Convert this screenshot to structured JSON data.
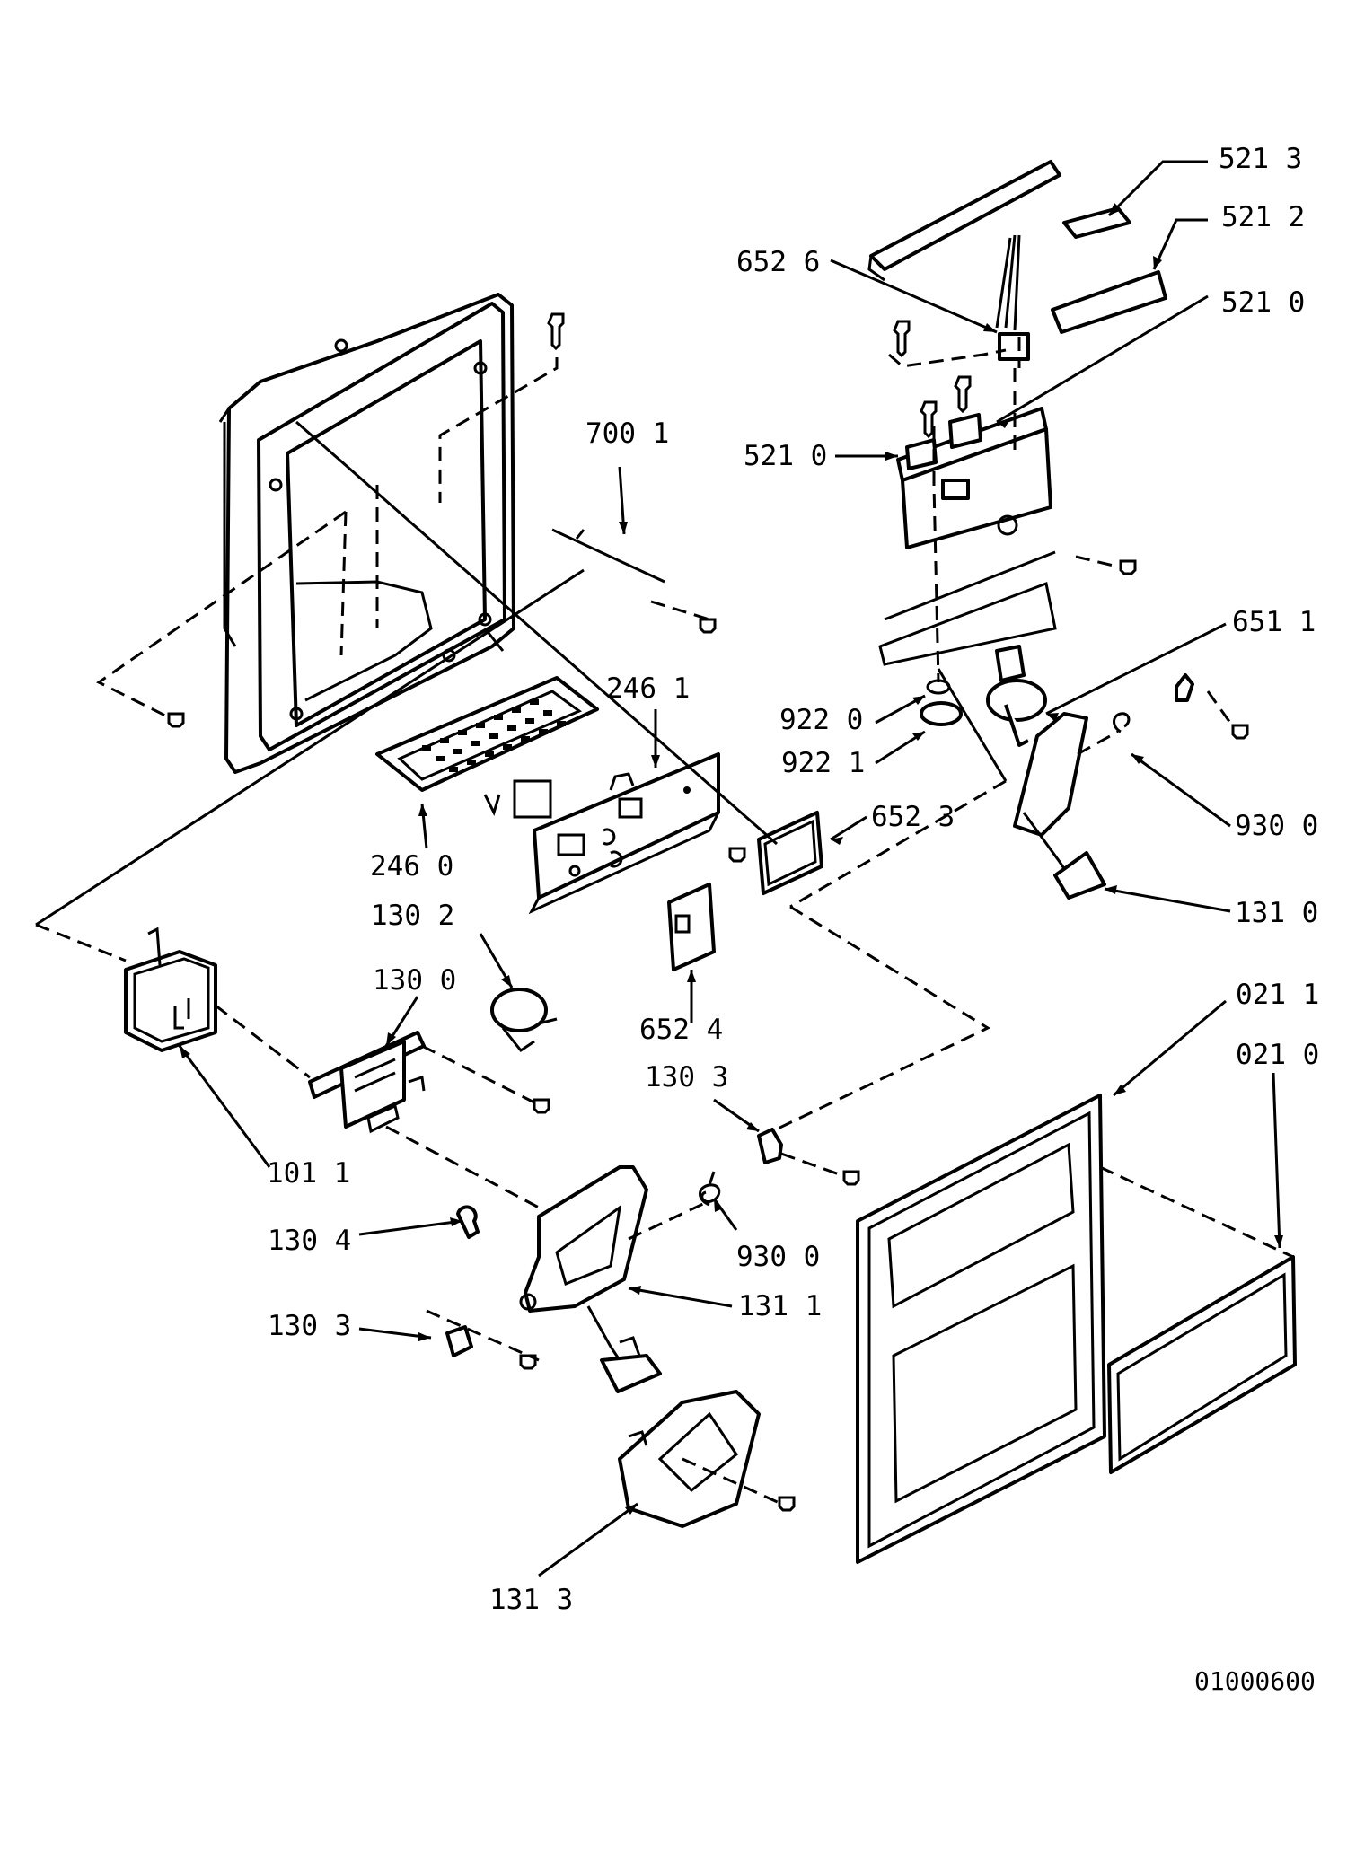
{
  "diagram": {
    "reference_number": "01000600",
    "callouts": [
      {
        "id": "c5213",
        "text": "521 3"
      },
      {
        "id": "c5212",
        "text": "521 2"
      },
      {
        "id": "c6526",
        "text": "652 6"
      },
      {
        "id": "c5210a",
        "text": "521 0"
      },
      {
        "id": "c7001",
        "text": "700 1"
      },
      {
        "id": "c5210b",
        "text": "521 0"
      },
      {
        "id": "c6511",
        "text": "651 1"
      },
      {
        "id": "c2461",
        "text": "246 1"
      },
      {
        "id": "c9220",
        "text": "922 0"
      },
      {
        "id": "c9221",
        "text": "922 1"
      },
      {
        "id": "c6523",
        "text": "652 3"
      },
      {
        "id": "c9300a",
        "text": "930 0"
      },
      {
        "id": "c2460",
        "text": "246 0"
      },
      {
        "id": "c1310",
        "text": "131 0"
      },
      {
        "id": "c1302",
        "text": "130 2"
      },
      {
        "id": "c1300",
        "text": "130 0"
      },
      {
        "id": "c6524",
        "text": "652 4"
      },
      {
        "id": "c0211",
        "text": "021 1"
      },
      {
        "id": "c0210",
        "text": "021 0"
      },
      {
        "id": "c1303a",
        "text": "130 3"
      },
      {
        "id": "c1011",
        "text": "101 1"
      },
      {
        "id": "c1304",
        "text": "130 4"
      },
      {
        "id": "c9300b",
        "text": "930 0"
      },
      {
        "id": "c1311",
        "text": "131 1"
      },
      {
        "id": "c1303b",
        "text": "130 3"
      },
      {
        "id": "c1313",
        "text": "131 3"
      }
    ]
  }
}
